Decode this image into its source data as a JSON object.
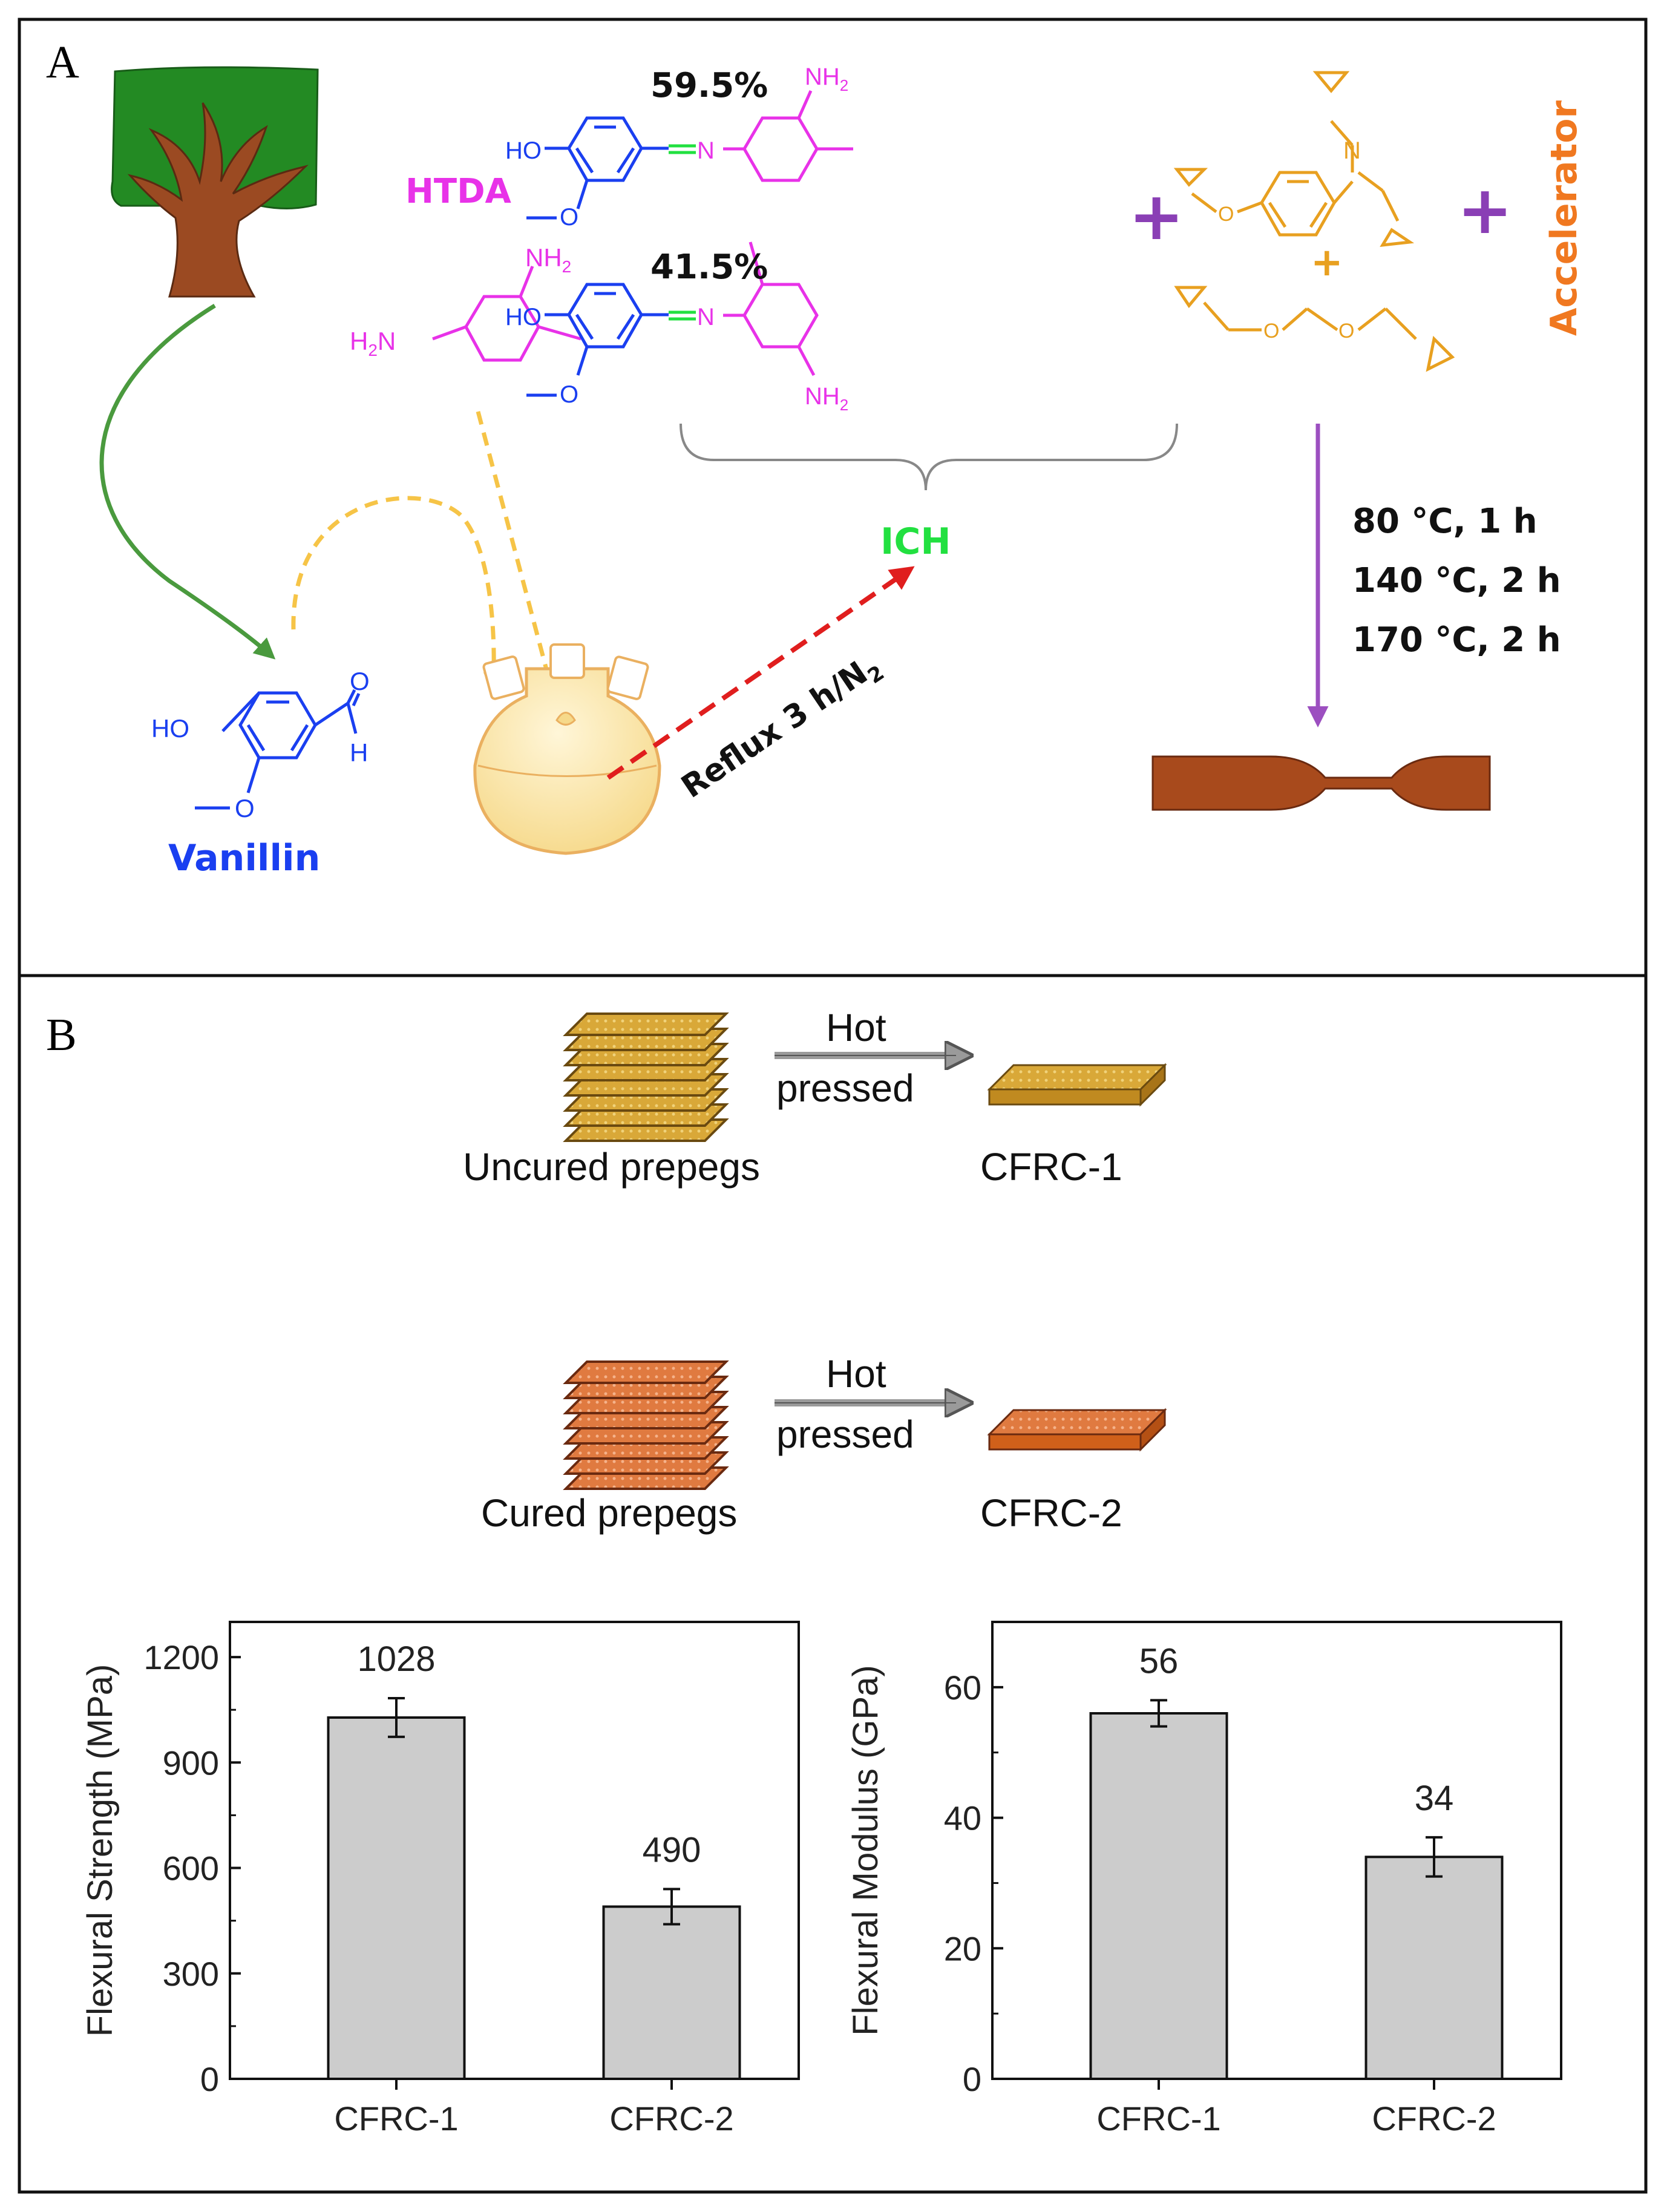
{
  "panel_a": {
    "label": "A",
    "htda_label": "HTDA",
    "nh2": "NH",
    "h2n": "H",
    "h2n_n": "N",
    "ho": "HO",
    "h": "H",
    "n": "N",
    "vanillin_label": "Vanillin",
    "pct_top": "59.5%",
    "pct_bottom": "41.5%",
    "ich_label": "ICH",
    "reflux_text": "Reflux 3 h/N",
    "accelerator": "Accelerator",
    "cure_steps": [
      "80 °C, 1 h",
      "140 °C, 2 h",
      "170 °C, 2 h"
    ],
    "colors": {
      "vanillin": "#1a3ff0",
      "htda": "#e832e8",
      "ich": "#22e040",
      "epoxy": "#e8a020",
      "accelerator": "#f07820",
      "plus": "#8a3fb5",
      "tree_green": "#238a23",
      "tree_trunk": "#9b4a22",
      "green_arrow": "#4a9a3e",
      "yellow_dash": "#f6c447",
      "red_dash": "#e01e1e",
      "purple_arrow": "#9c4fc0",
      "specimen": "#a84a1c"
    }
  },
  "panel_b": {
    "label": "B",
    "process_top": {
      "arrow_top": "Hot",
      "arrow_bottom": "pressed",
      "input": "Uncured prepegs",
      "output": "CFRC-1"
    },
    "process_bottom": {
      "arrow_top": "Hot",
      "arrow_bottom": "pressed",
      "input": "Cured prepegs",
      "output": "CFRC-2"
    }
  },
  "chart_data": [
    {
      "type": "bar",
      "categories": [
        "CFRC-1",
        "CFRC-2"
      ],
      "values": [
        1028,
        490
      ],
      "errors": [
        55,
        50
      ],
      "data_labels": [
        "1028",
        "490"
      ],
      "ylabel": "Flexural Strength (MPa)",
      "ylim": [
        0,
        1300
      ],
      "yticks": [
        0,
        300,
        600,
        900,
        1200
      ],
      "bar_color": "#cccccc"
    },
    {
      "type": "bar",
      "categories": [
        "CFRC-1",
        "CFRC-2"
      ],
      "values": [
        56,
        34
      ],
      "errors": [
        2,
        3
      ],
      "data_labels": [
        "56",
        "34"
      ],
      "ylabel": "Flexural Modulus (GPa)",
      "ylim": [
        0,
        70
      ],
      "yticks": [
        0,
        20,
        40,
        60
      ],
      "bar_color": "#cccccc"
    }
  ]
}
